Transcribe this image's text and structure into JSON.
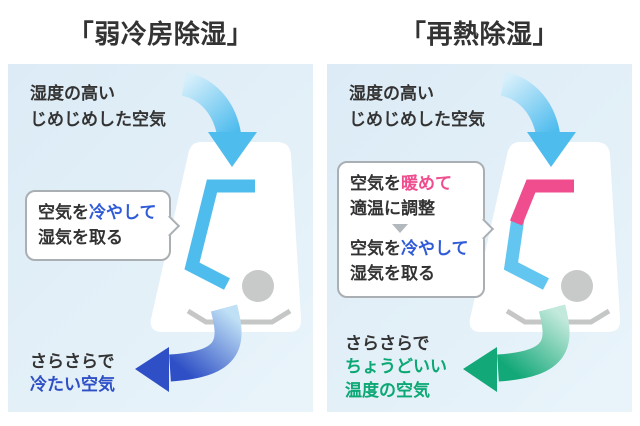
{
  "colors": {
    "dark_text": "#333333",
    "panel_bg_start": "#dcebf6",
    "panel_bg_end": "#e9f4fa",
    "white": "#ffffff",
    "sky_blue": "#4fbcee",
    "sky_blue_light": "#63c6f1",
    "intake_tail_pale": "#d6effb",
    "pink": "#ef4d8e",
    "dark_blue": "#2e4fc5",
    "text_blue": "#2f5bd7",
    "green": "#12a878",
    "green_text": "#0ba874",
    "flow_blue_pale": "#bfe0f5",
    "flow_green_pale": "#c2e9db",
    "fan_gray": "#c8caca",
    "vent_gray": "#c5c7c7",
    "bubble_border": "#a9afb3",
    "triangle_gray": "#b2b8bc"
  },
  "panels": [
    {
      "id": "weak-cooling-dehumidify",
      "title": "「弱冷房除湿」",
      "intake_label": "湿度の高い\nじめじめした空気",
      "bubble": [
        [
          [
            {
              "t": "空気を",
              "c": "dark_text"
            },
            {
              "t": "冷やして",
              "c": "text_blue"
            }
          ],
          [
            {
              "t": "湿気を取る",
              "c": "dark_text"
            }
          ]
        ]
      ],
      "outflow_lines": [
        [
          {
            "t": "さらさらで",
            "c": "dark_text"
          }
        ],
        [
          {
            "t": "冷たい空気",
            "c": "dark_blue"
          }
        ]
      ]
    },
    {
      "id": "reheat-dehumidify",
      "title": "「再熱除湿」",
      "intake_label": "湿度の高い\nじめじめした空気",
      "bubble": [
        [
          [
            {
              "t": "空気を",
              "c": "dark_text"
            },
            {
              "t": "暖めて",
              "c": "pink"
            }
          ],
          [
            {
              "t": "適温に調整",
              "c": "dark_text"
            }
          ]
        ],
        [
          [
            {
              "t": "空気を",
              "c": "dark_text"
            },
            {
              "t": "冷やして",
              "c": "text_blue"
            }
          ],
          [
            {
              "t": "湿気を取る",
              "c": "dark_text"
            }
          ]
        ]
      ],
      "outflow_lines": [
        [
          {
            "t": "さらさらで",
            "c": "dark_text"
          }
        ],
        [
          {
            "t": "ちょうどいい",
            "c": "green_text"
          }
        ],
        [
          {
            "t": "温度の空気",
            "c": "green_text"
          }
        ]
      ]
    }
  ]
}
